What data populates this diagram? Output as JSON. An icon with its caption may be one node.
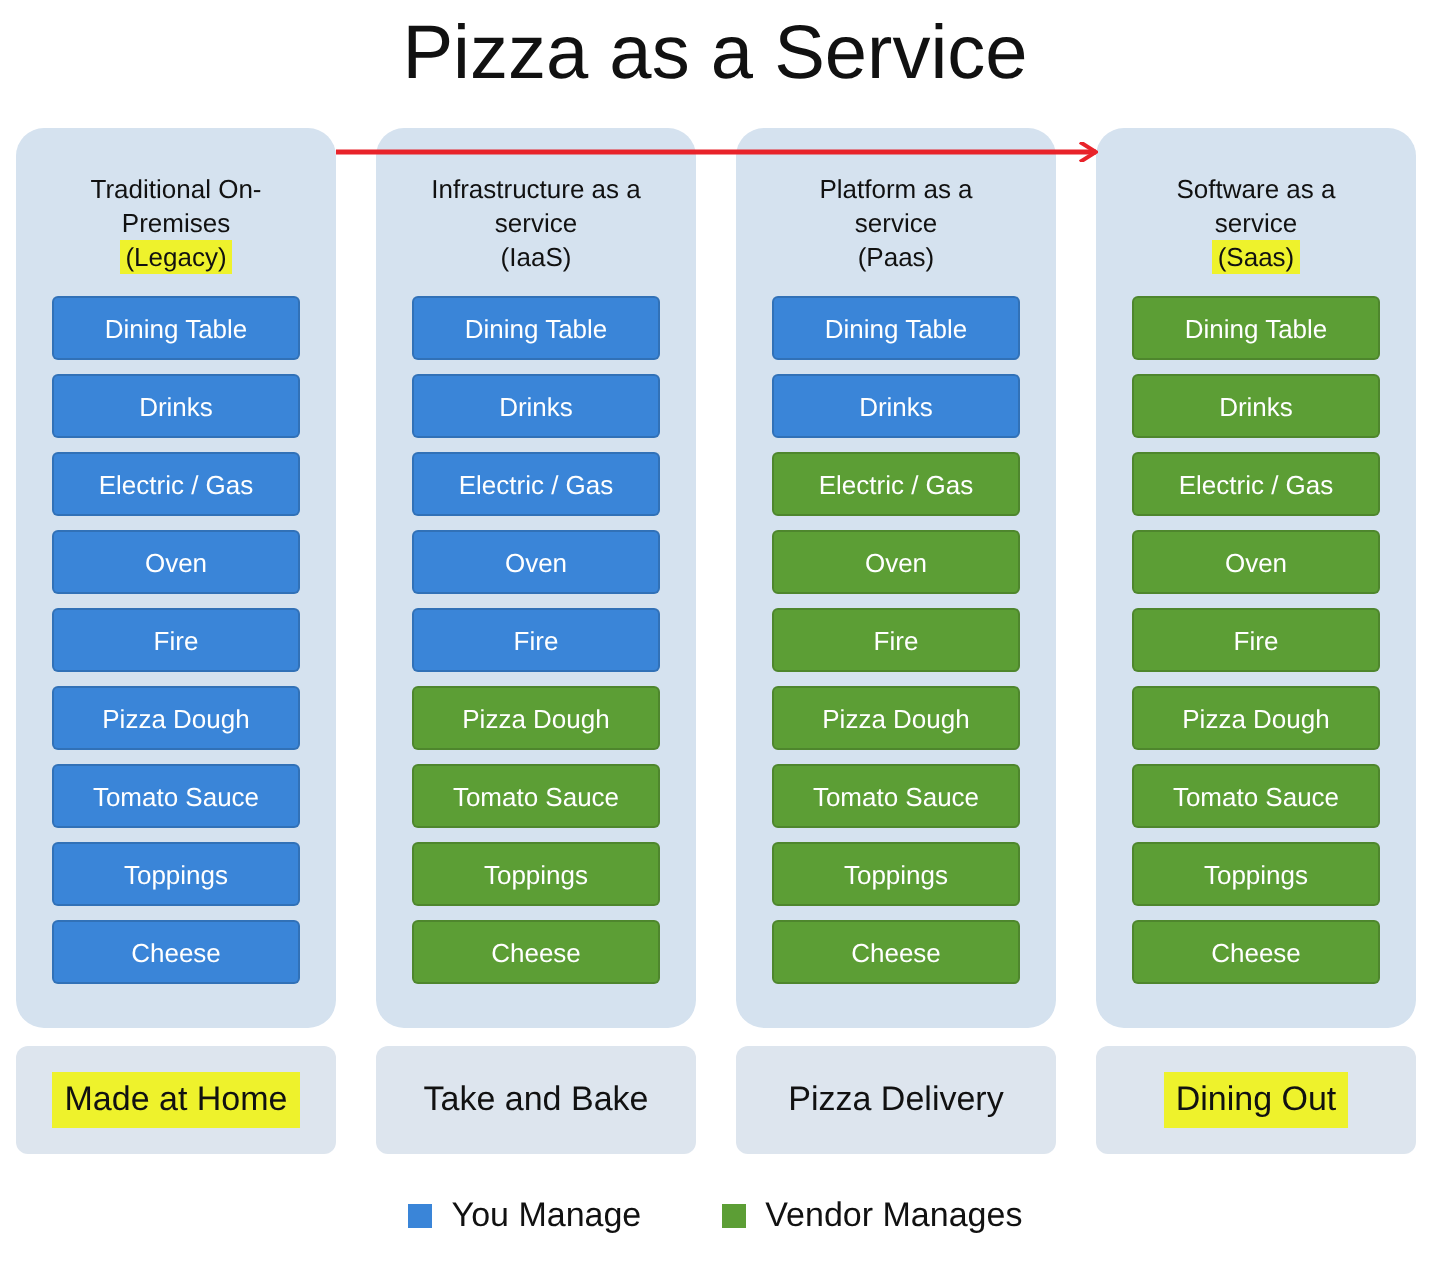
{
  "diagram": {
    "title": "Pizza as a Service",
    "nodes": [
      {
        "text": [
          "Traditional On-Premises",
          "(Legacy)"
        ]
      },
      {
        "text": [
          "Dining Table"
        ],
        "in": 0
      },
      {
        "text": [
          "Drinks"
        ],
        "in": 0
      },
      {
        "text": [
          "Electric / Gas"
        ],
        "in": 0
      },
      {
        "text": [
          "Oven"
        ],
        "in": 0
      },
      {
        "text": [
          "Fire"
        ],
        "in": 0
      },
      {
        "text": [
          "Pizza Dough"
        ],
        "in": 0
      },
      {
        "text": [
          "Tomato Sauce"
        ],
        "in": 0
      },
      {
        "text": [
          "Toppings"
        ],
        "in": 0
      },
      {
        "text": [
          "Cheese"
        ],
        "in": 0
      },
      {
        "text": [
          "Infrastructure as a service",
          "(IaaS)"
        ]
      },
      {
        "text": [
          "Dining Table"
        ],
        "in": 10
      },
      {
        "text": [
          "Drinks"
        ],
        "in": 10
      },
      {
        "text": [
          "Electric / Gas"
        ],
        "in": 10
      },
      {
        "text": [
          "Oven"
        ],
        "in": 10
      },
      {
        "text": [
          "Fire"
        ],
        "in": 10
      },
      {
        "text": [
          "Pizza Dough"
        ],
        "in": 10
      },
      {
        "text": [
          "Tomato Sauce"
        ],
        "in": 10
      },
      {
        "text": [
          "Toppings"
        ],
        "in": 10
      },
      {
        "text": [
          "Cheese"
        ],
        "in": 10
      },
      {
        "text": [
          "Platform as a service",
          "(Paas)"
        ]
      },
      {
        "text": [
          "Dining Table"
        ],
        "in": 20
      },
      {
        "text": [
          "Drinks"
        ],
        "in": 20
      },
      {
        "text": [
          "Electric / Gas"
        ],
        "in": 20
      },
      {
        "text": [
          "Oven"
        ],
        "in": 20
      },
      {
        "text": [
          "Fire"
        ],
        "in": 20
      },
      {
        "text": [
          "Pizza Dough"
        ],
        "in": 20
      },
      {
        "text": [
          "Tomato Sauce"
        ],
        "in": 20
      },
      {
        "text": [
          "Toppings"
        ],
        "in": 20
      },
      {
        "text": [
          "Cheese"
        ],
        "in": 20
      },
      {
        "text": [
          "Software as a service",
          "(Saas)"
        ]
      },
      {
        "text": [
          "Dining Table"
        ],
        "in": 30
      },
      {
        "text": [
          "Drinks"
        ],
        "in": 30
      },
      {
        "text": [
          "Electric / Gas"
        ],
        "in": 30
      },
      {
        "text": [
          "Oven"
        ],
        "in": 30
      },
      {
        "text": [
          "Fire"
        ],
        "in": 30
      },
      {
        "text": [
          "Pizza Dough"
        ],
        "in": 30
      },
      {
        "text": [
          "Tomato Sauce"
        ],
        "in": 30
      },
      {
        "text": [
          "Toppings"
        ],
        "in": 30
      },
      {
        "text": [
          "Cheese"
        ],
        "in": 30
      },
      {
        "text": [
          "Made at Home"
        ]
      },
      {
        "text": [
          "Take and Bake"
        ]
      },
      {
        "text": [
          "Pizza Delivery"
        ]
      },
      {
        "text": [
          "Dining Out"
        ]
      }
    ],
    "edges": [
      {
        "from": 0,
        "to": 30,
        "arrow": "to",
        "color": "#e8232a"
      }
    ],
    "legend": [
      {
        "text": "You Manage",
        "color": "#3a85d8"
      },
      {
        "text": "Vendor Manages",
        "color": "#5c9e35"
      }
    ]
  }
}
